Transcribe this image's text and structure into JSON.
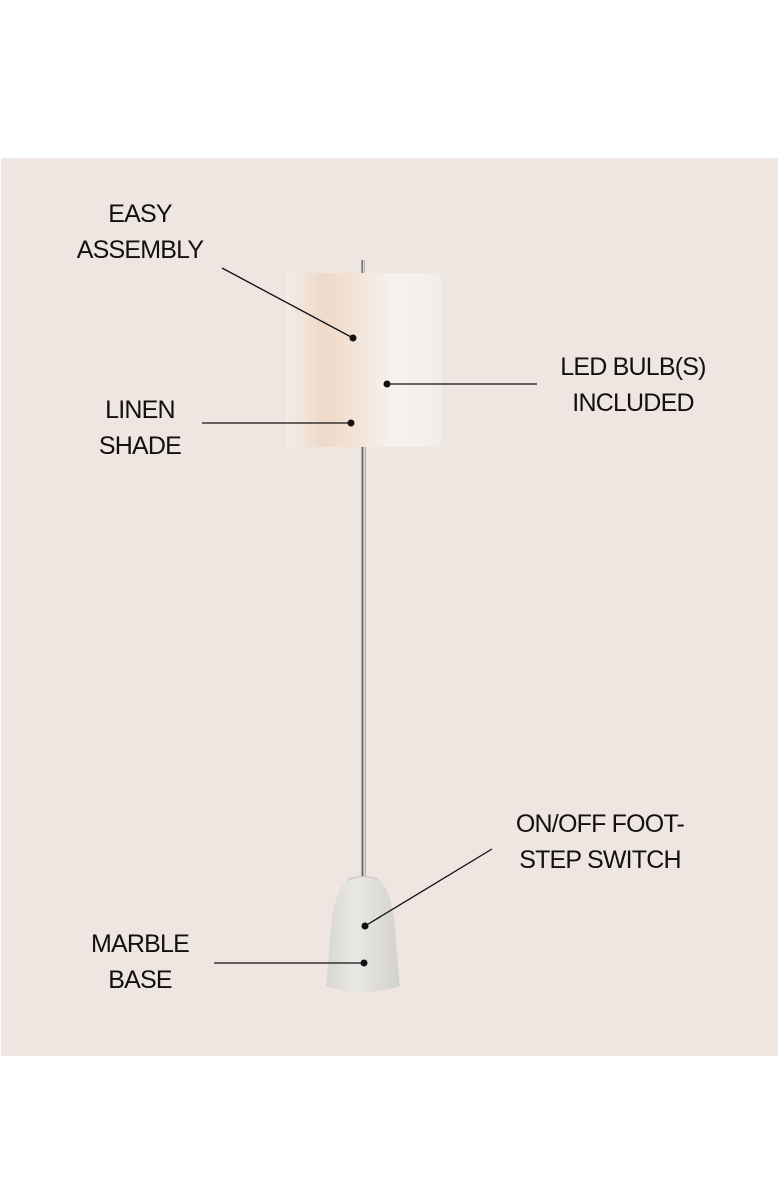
{
  "colors": {
    "panel_background": "#efe5e1",
    "page_background": "#ffffff",
    "text": "#111111",
    "callout_line": "#111111"
  },
  "callouts": [
    {
      "id": "easy-assembly",
      "lines": [
        "EASY",
        "ASSEMBLY"
      ]
    },
    {
      "id": "linen-shade",
      "lines": [
        "LINEN",
        "SHADE"
      ]
    },
    {
      "id": "led-bulbs",
      "lines": [
        "LED BULB(S)",
        "INCLUDED"
      ]
    },
    {
      "id": "foot-step-switch",
      "lines": [
        "ON/OFF FOOT-",
        "STEP SWITCH"
      ]
    },
    {
      "id": "marble-base",
      "lines": [
        "MARBLE",
        "BASE"
      ]
    }
  ]
}
